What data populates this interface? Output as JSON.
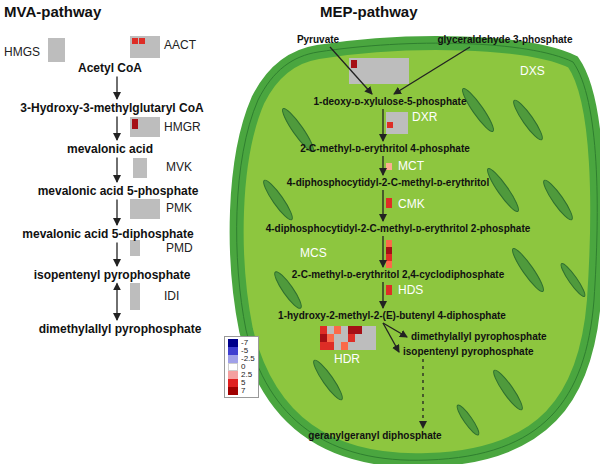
{
  "diagram": {
    "nodes": [
      {
        "text": [
          "Acetyl CoA"
        ]
      },
      {
        "text": [
          "3-Hydroxy-3-methylglutaryl CoA"
        ]
      },
      {
        "text": [
          "mevalonic acid"
        ]
      },
      {
        "text": [
          "mevalonic acid 5-phosphate"
        ]
      },
      {
        "text": [
          "mevalonic acid 5-diphosphate"
        ]
      },
      {
        "text": [
          "isopentenyl pyrophosphate"
        ]
      },
      {
        "text": [
          "dimethylallyl pyrophosphate"
        ]
      },
      {
        "text": [
          "MEP-pathway"
        ]
      },
      {
        "text": [
          "Pyruvate"
        ],
        "in": 7
      },
      {
        "text": [
          "glyceraldehyde 3-phosphate"
        ],
        "in": 7
      },
      {
        "text": [
          "1-deoxy-ᴅ-xylulose-5-phosphate"
        ],
        "in": 7
      },
      {
        "text": [
          "2-C-methyl-ᴅ-erythritol 4-phosphate"
        ],
        "in": 7
      },
      {
        "text": [
          "4-diphosphocytidyl-2-C-methyl-ᴅ-erythritol"
        ],
        "in": 7
      },
      {
        "text": [
          "4-diphosphocytidyl-2-C-methyl-ᴅ-erythritol 2-phosphate"
        ],
        "in": 7
      },
      {
        "text": [
          "2-C-methyl-ᴅ-erythritol 2,4-cyclodiphosphate"
        ],
        "in": 7
      },
      {
        "text": [
          "1-hydroxy-2-methyl-2-(E)-butenyl 4-diphosphate"
        ],
        "in": 7
      },
      {
        "text": [
          "dimethylallyl pyrophosphate"
        ],
        "in": 7
      },
      {
        "text": [
          "isopentenyl pyrophosphate"
        ],
        "in": 7
      },
      {
        "text": [
          "geranylgeranyl diphosphate"
        ],
        "in": 7
      }
    ],
    "edges": [
      {
        "from": 0,
        "to": 1,
        "arrow": "to"
      },
      {
        "from": 1,
        "to": 2,
        "arrow": "to"
      },
      {
        "from": 2,
        "to": 3,
        "arrow": "to"
      },
      {
        "from": 3,
        "to": 4,
        "arrow": "to"
      },
      {
        "from": 4,
        "to": 5,
        "arrow": "to"
      },
      {
        "from": 5,
        "to": 6,
        "arrow": "both"
      },
      {
        "from": 8,
        "to": 10,
        "arrow": "to"
      },
      {
        "from": 9,
        "to": 10,
        "arrow": "to"
      },
      {
        "from": 10,
        "to": 11,
        "arrow": "to"
      },
      {
        "from": 11,
        "to": 12,
        "arrow": "to"
      },
      {
        "from": 12,
        "to": 13,
        "arrow": "to"
      },
      {
        "from": 13,
        "to": 14,
        "arrow": "to"
      },
      {
        "from": 14,
        "to": 15,
        "arrow": "to"
      },
      {
        "from": 15,
        "to": 16,
        "arrow": "to"
      },
      {
        "from": 15,
        "to": 17,
        "arrow": "to"
      },
      {
        "from": 17,
        "to": 18,
        "arrow": "to"
      }
    ],
    "labels": [
      "MVA-pathway",
      "HMGS",
      "AACT",
      "HMGR",
      "MVK",
      "PMK",
      "PMD",
      "IDI",
      "DXS",
      "DXR",
      "MCT",
      "CMK",
      "MCS",
      "HDS",
      "HDR"
    ],
    "legend": [
      {
        "text": "-7",
        "color": "#00008b"
      },
      {
        "text": "-5",
        "color": "#3f3fd0"
      },
      {
        "text": "-2.5",
        "color": "#a0a0e8"
      },
      {
        "text": "0",
        "color": "#ffffff"
      },
      {
        "text": "2.5",
        "color": "#f4a0a0"
      },
      {
        "text": "5",
        "color": "#e02020"
      },
      {
        "text": "7",
        "color": "#a00000"
      }
    ]
  }
}
